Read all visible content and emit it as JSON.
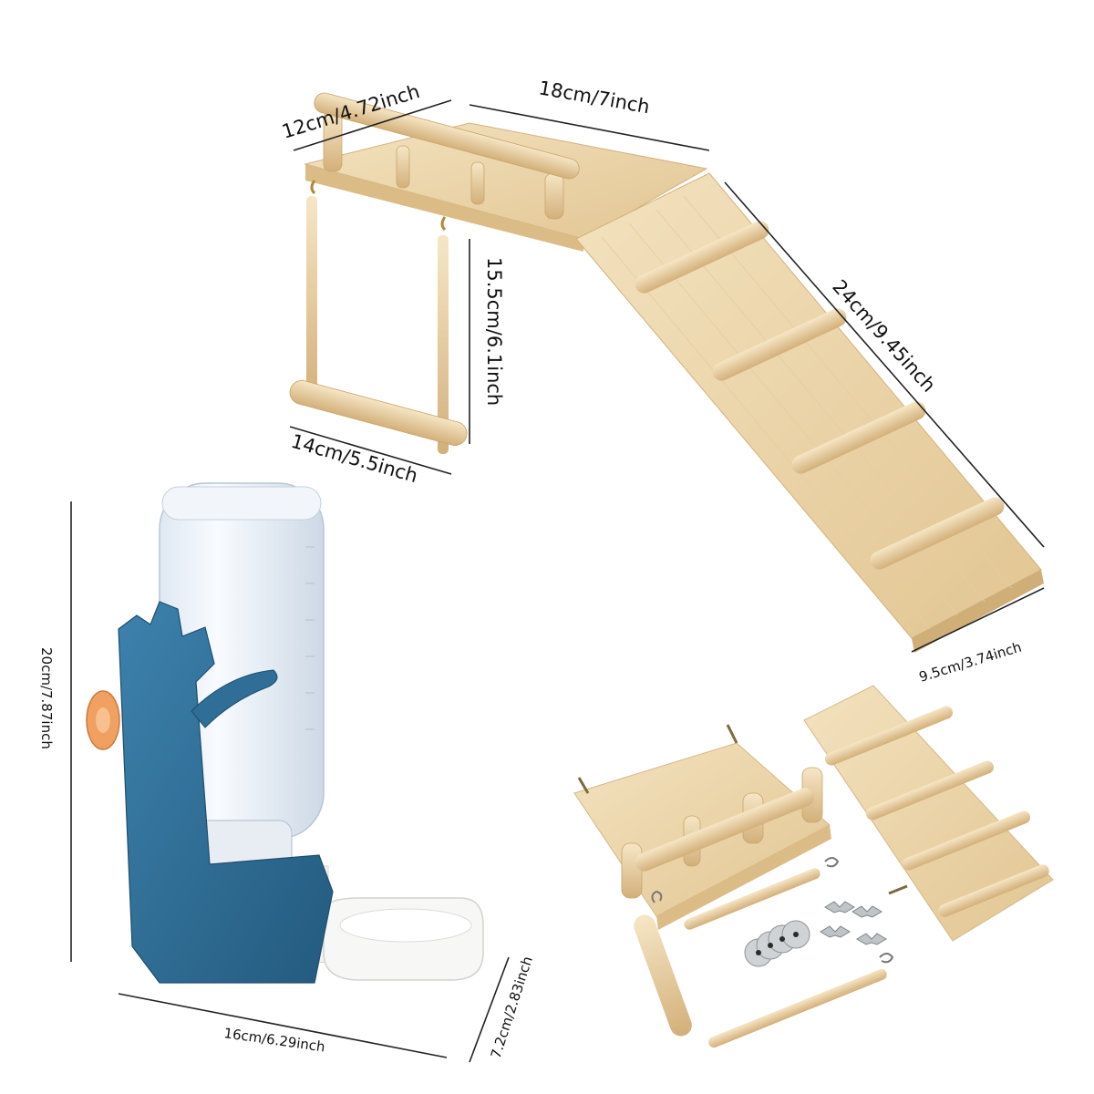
{
  "dimensions": {
    "perch_depth": "12cm/4.72inch",
    "platform_width": "18cm/7inch",
    "swing_height": "15.5cm/6.1inch",
    "swing_width": "14cm/5.5inch",
    "ladder_length": "24cm/9.45inch",
    "ladder_width": "9.5cm/3.74inch",
    "bottle_height": "20cm/7.87inch",
    "bottle_length": "16cm/6.29inch",
    "bottle_depth": "7.2cm/2.83inch"
  },
  "colors": {
    "wood_light": "#efdcb6",
    "wood_mid": "#e3c693",
    "wood_dark": "#c9a56a",
    "feeder_blue": "#2f6e96",
    "feeder_orange": "#f0a060",
    "bottle_clear": "#e8eef5"
  }
}
